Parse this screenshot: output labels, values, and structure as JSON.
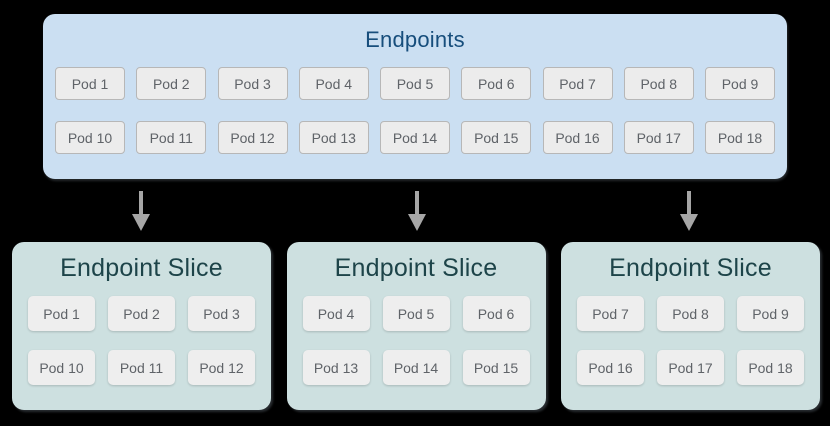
{
  "diagram": {
    "type": "kubernetes-endpoints-to-endpointslices",
    "icons": {
      "flow_arrow": "down-arrow-icon"
    },
    "colors": {
      "page_bg": "#000000",
      "endpoints_box_bg": "#cbdff2",
      "endpoints_title_text": "#174e7c",
      "slice_box_bg": "#cde0e0",
      "slice_title_text": "#1d4449",
      "pod_bg": "#ececec",
      "pod_border": "#b7b7b7",
      "pod_text": "#5f6368",
      "arrow": "#a6a6a6"
    }
  },
  "endpoints": {
    "title": "Endpoints",
    "rows": [
      [
        "Pod 1",
        "Pod 2",
        "Pod 3",
        "Pod 4",
        "Pod 5",
        "Pod 6",
        "Pod 7",
        "Pod 8",
        "Pod 9"
      ],
      [
        "Pod 10",
        "Pod 11",
        "Pod 12",
        "Pod 13",
        "Pod 14",
        "Pod 15",
        "Pod 16",
        "Pod 17",
        "Pod 18"
      ]
    ]
  },
  "slices": [
    {
      "title": "Endpoint Slice",
      "rows": [
        [
          "Pod 1",
          "Pod 2",
          "Pod 3"
        ],
        [
          "Pod 10",
          "Pod 11",
          "Pod 12"
        ]
      ]
    },
    {
      "title": "Endpoint Slice",
      "rows": [
        [
          "Pod 4",
          "Pod 5",
          "Pod 6"
        ],
        [
          "Pod 13",
          "Pod 14",
          "Pod 15"
        ]
      ]
    },
    {
      "title": "Endpoint Slice",
      "rows": [
        [
          "Pod 7",
          "Pod 8",
          "Pod 9"
        ],
        [
          "Pod 16",
          "Pod 17",
          "Pod 18"
        ]
      ]
    }
  ]
}
